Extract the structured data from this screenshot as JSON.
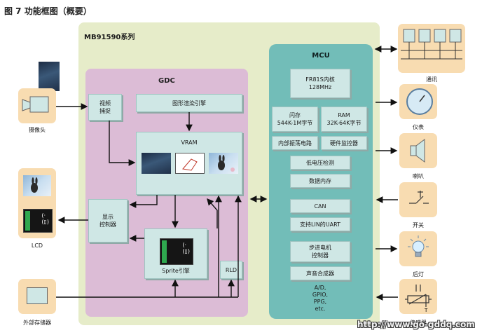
{
  "title": "图 7   功能框图（概要）",
  "series_label": "MB91590系列",
  "gdc": {
    "label": "GDC",
    "capture": "视频\n捕捉",
    "render": "图形渲染引擎",
    "vram": "VRAM",
    "display_ctrl": "显示\n控制器",
    "sprite": "Sprite引擎",
    "rld": "RLD"
  },
  "mcu": {
    "label": "MCU",
    "core": "FR81S内核\n128MHz",
    "flash": "闪存\n544K-1M字节",
    "ram": "RAM\n32K-64K字节",
    "osc": "内部振荡电路",
    "wdt": "硬件监控器",
    "lvd": "低电压检测",
    "data_mem": "数据内存",
    "can": "CAN",
    "lin": "支持LIN的UART",
    "stepper": "步进电机\n控制器",
    "sound": "声音合成器",
    "peripherals": "A/D,\nGPIO,\nPPG,\netc."
  },
  "external": {
    "camera": "摄像头",
    "lcd": "LCD",
    "ext_storage": "外部存储器",
    "comm": "通讯",
    "meter": "仪表",
    "speaker": "喇叭",
    "switch": "开关",
    "backlight": "后灯",
    "sensor": "传感器"
  },
  "watermark": "http://www.go-gddq.com",
  "colors": {
    "series_bg": "#e6ecc9",
    "gdc_bg": "#dcbcd6",
    "mcu_bg": "#72bdb8",
    "block_bg": "#cfe7e5",
    "external_bg": "#f8dcb1"
  }
}
